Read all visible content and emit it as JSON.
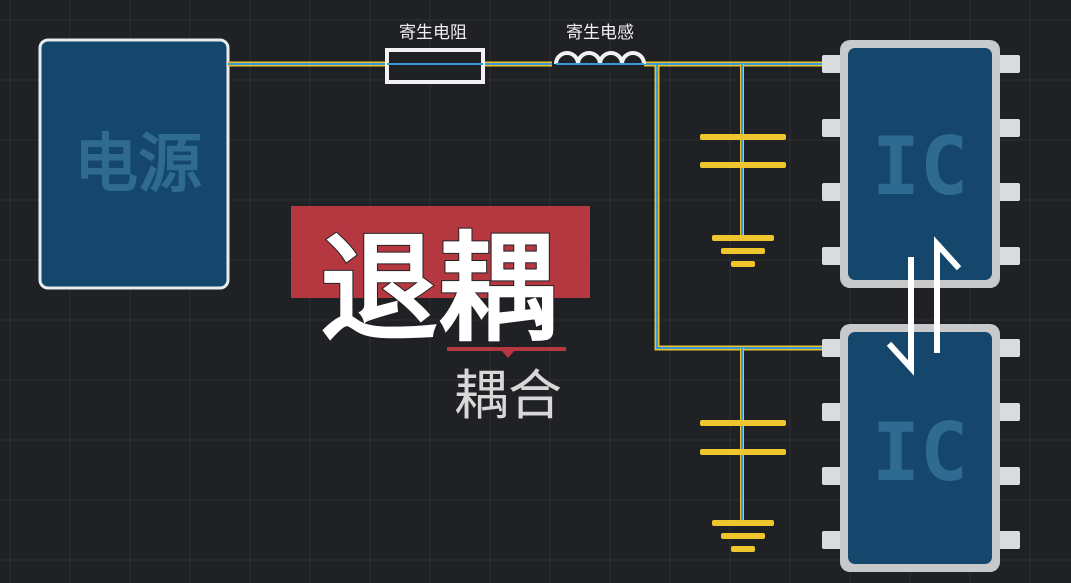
{
  "power": {
    "label": "电源"
  },
  "parasitic": {
    "resistor_label": "寄生电阻",
    "inductor_label": "寄生电感"
  },
  "chips": {
    "top_label": "IC",
    "bottom_label": "IC"
  },
  "headline": {
    "main": "退耦",
    "sub": "耦合"
  },
  "colors": {
    "background": "#1f2124",
    "block_fill": "#14476b",
    "block_text": "#2f6a91",
    "wire_yellow": "#e6c22c",
    "wire_blue": "#3a9ad6",
    "capacitor": "#f0c62e",
    "headline_bg": "#b5373f",
    "headline_fg": "#ffffff",
    "sub_fg": "#d8d8d8"
  },
  "icons": {
    "coupling": "bidirectional-arrows-icon",
    "ground": "ground-icon",
    "capacitor": "capacitor-icon",
    "inductor": "inductor-coil-icon",
    "resistor": "resistor-icon"
  }
}
